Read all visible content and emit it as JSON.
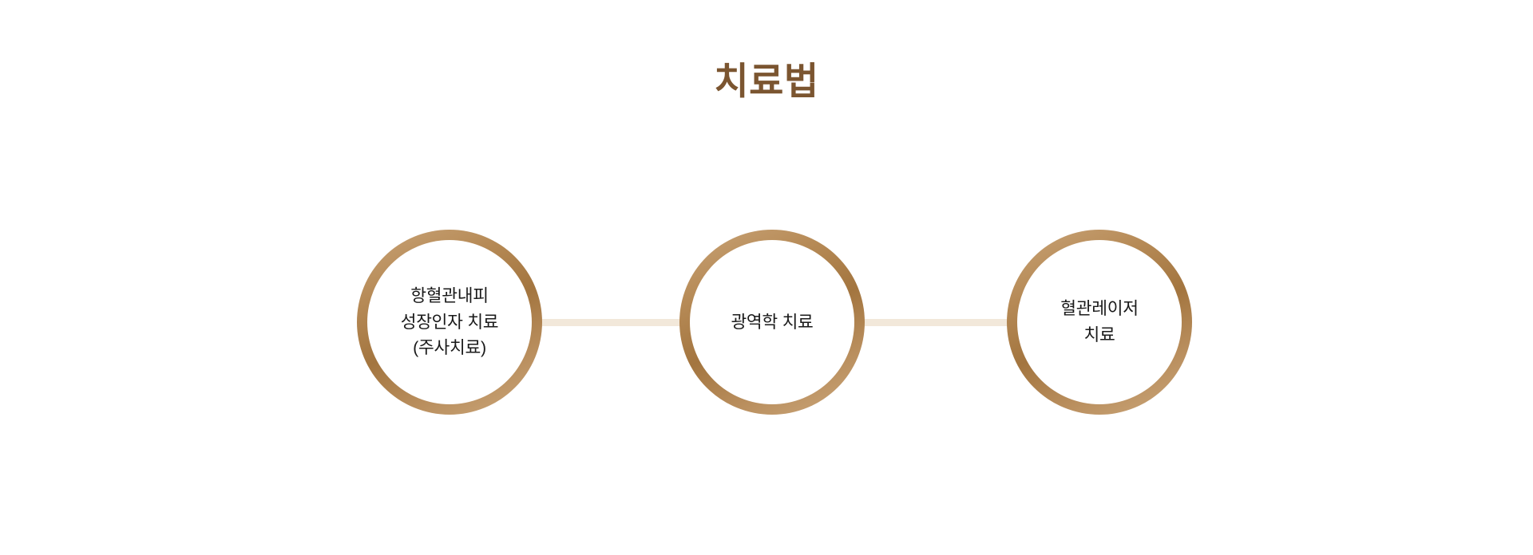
{
  "page": {
    "title": "치료법",
    "background_color": "#FFFFFF"
  },
  "colors": {
    "title_brown": "#7B5530",
    "ring_brown": "#B08754",
    "ring_light": "#C9A478",
    "ring_dark": "#A3753F",
    "connector_cream": "#F2E8DA",
    "node_text": "#1A1A1A"
  },
  "diagram": {
    "type": "horizontal-flow",
    "nodes": [
      {
        "id": "node-1",
        "label": "항혈관내피\n성장인자 치료\n(주사치료)",
        "lines": [
          "항혈관내피",
          "성장인자 치료",
          "(주사치료)"
        ]
      },
      {
        "id": "node-2",
        "label": "광역학 치료",
        "lines": [
          "광역학 치료"
        ]
      },
      {
        "id": "node-3",
        "label": "혈관레이저\n치료",
        "lines": [
          "혈관레이저",
          "치료"
        ]
      }
    ],
    "connectors": [
      {
        "id": "connector-1",
        "from": "node-1",
        "to": "node-2"
      },
      {
        "id": "connector-2",
        "from": "node-2",
        "to": "node-3"
      }
    ]
  }
}
